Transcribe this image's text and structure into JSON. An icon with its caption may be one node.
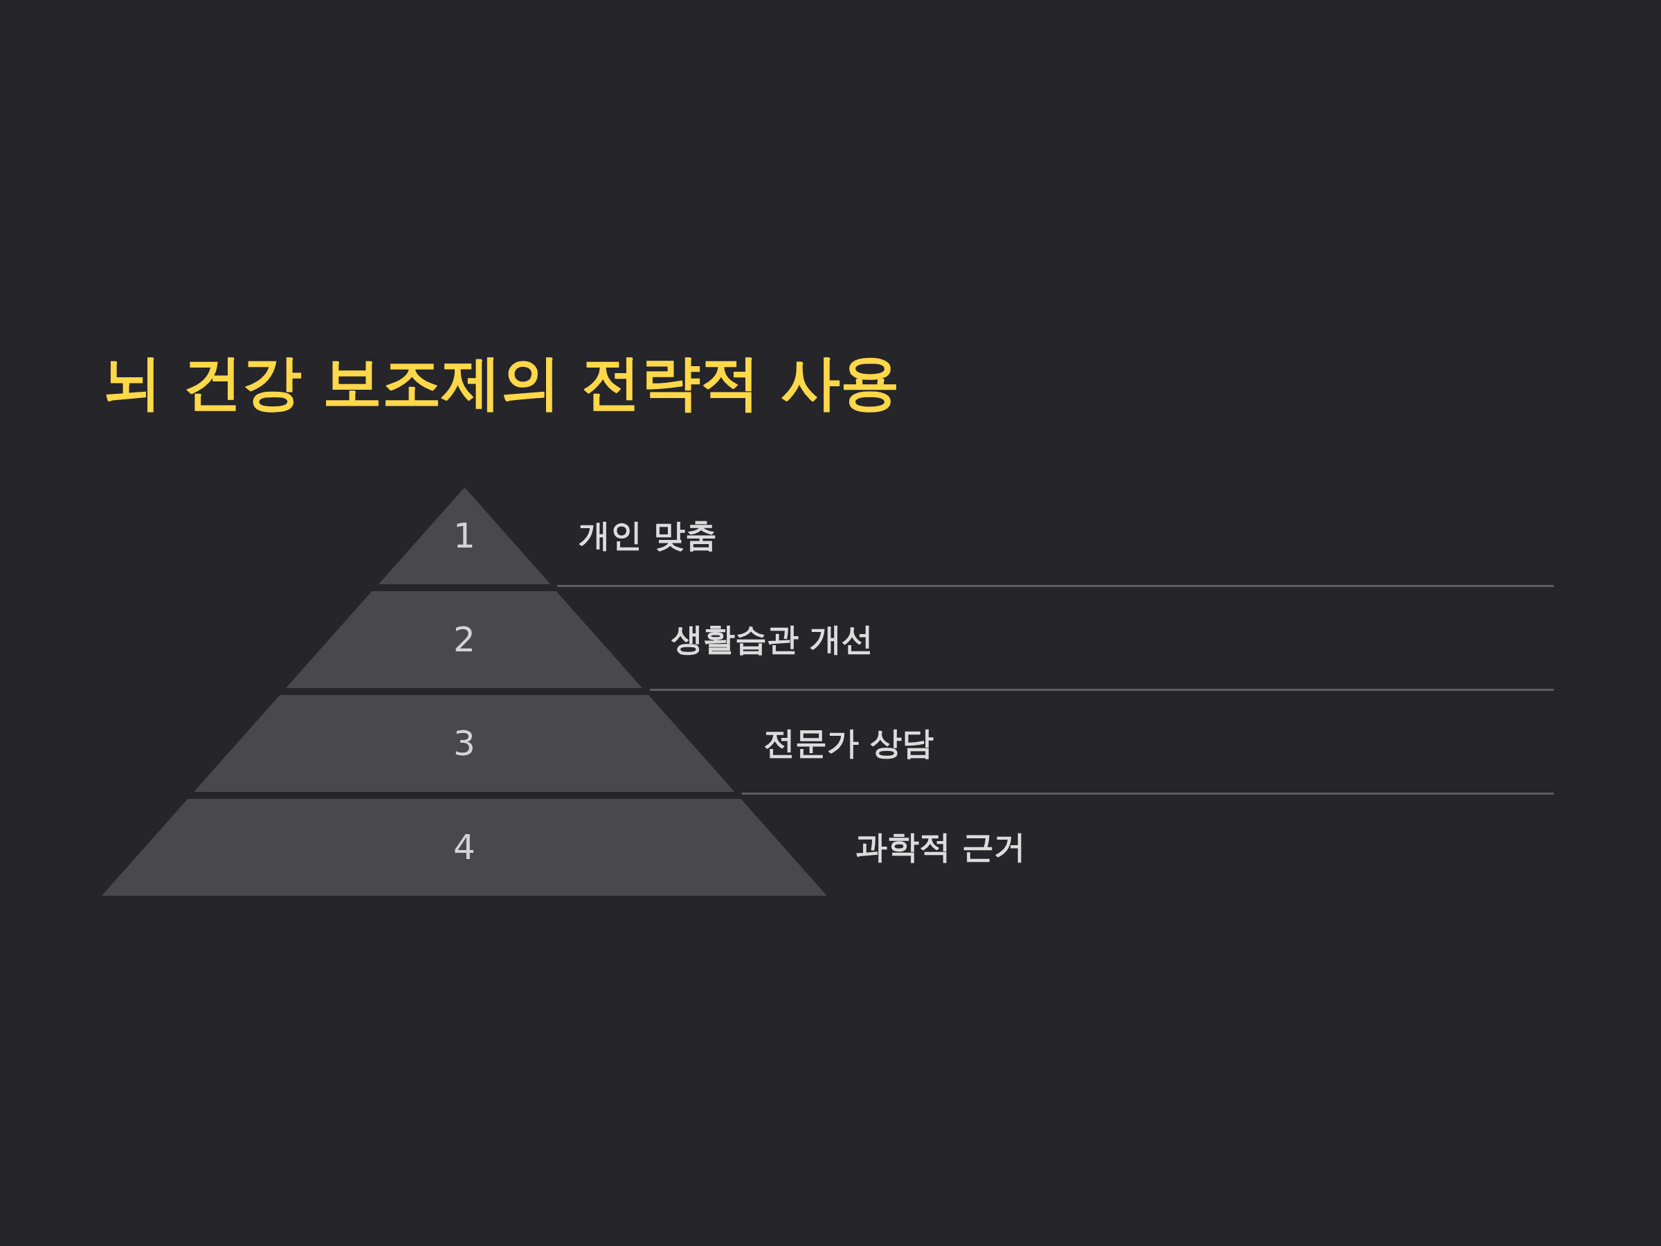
{
  "diagram": {
    "title": "뇌 건강 보조제의 전략적 사용",
    "nodes": [
      {
        "text": [
          "1"
        ],
        "beside": [
          "개인 맞춤"
        ]
      },
      {
        "text": [
          "2"
        ],
        "beside": [
          "생활습관 개선"
        ]
      },
      {
        "text": [
          "3"
        ],
        "beside": [
          "전문가 상담"
        ]
      },
      {
        "text": [
          "4"
        ],
        "beside": [
          "과학적 근거"
        ]
      }
    ]
  }
}
